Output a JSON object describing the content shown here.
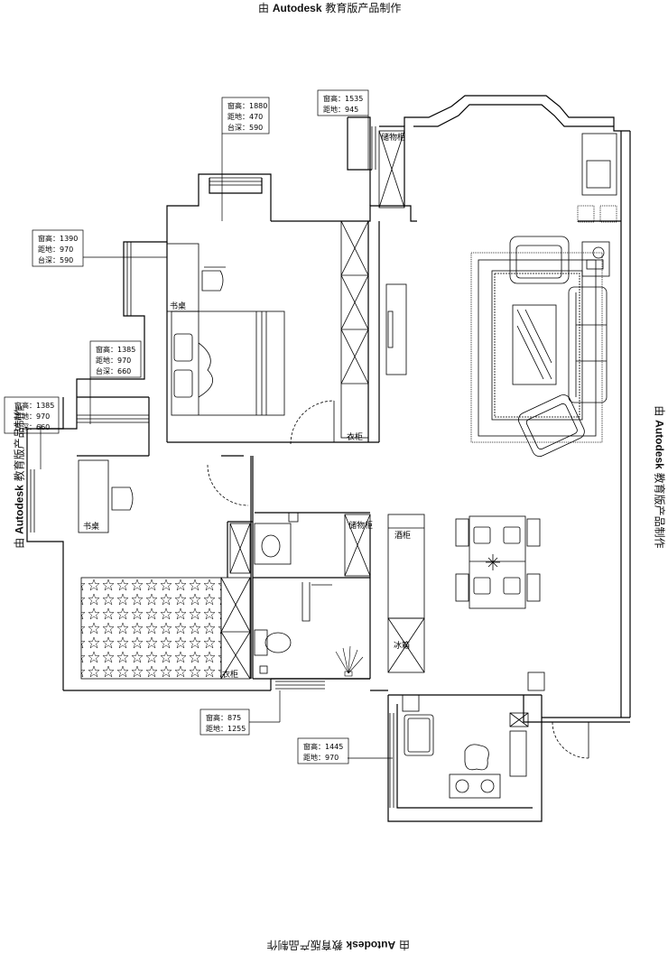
{
  "watermark": {
    "prefix": "由",
    "brand": "Autodesk",
    "suffix": "教育版产品制作"
  },
  "window_notes": [
    {
      "id": "w1",
      "lines": [
        "窗高：1880",
        "距地：470",
        "台深：590"
      ]
    },
    {
      "id": "w2",
      "lines": [
        "窗高：1535",
        "距地：945"
      ]
    },
    {
      "id": "w3",
      "lines": [
        "窗高：1390",
        "距地：970",
        "台深：590"
      ]
    },
    {
      "id": "w4",
      "lines": [
        "窗高：1385",
        "距地：970",
        "台深：660"
      ]
    },
    {
      "id": "w5",
      "lines": [
        "窗高：1385",
        "距地：970",
        "台深：660"
      ]
    },
    {
      "id": "w6",
      "lines": [
        "窗高：875",
        "距地：1255"
      ]
    },
    {
      "id": "w7",
      "lines": [
        "窗高：1445",
        "距地：970"
      ]
    }
  ],
  "room_labels": {
    "storage_top": "储物柜",
    "desk_bed1": "书桌",
    "wardrobe_bed1": "衣柜",
    "desk_bed2": "书桌",
    "wardrobe_bed2": "衣柜",
    "storage_bath": "储物柜",
    "wine_cabinet": "酒柜",
    "fridge": "冰箱"
  }
}
